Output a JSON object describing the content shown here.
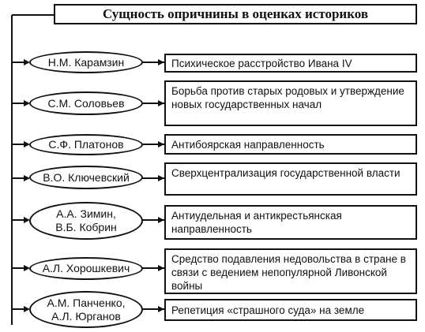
{
  "title": "Сущность опричнины в оценках историков",
  "rows": [
    {
      "historian": "Н.М. Карамзин",
      "assessment": "Психическое расстройство Ивана IV"
    },
    {
      "historian": "С.М. Соловьев",
      "assessment": "Борьба против старых родовых и утверждение новых государственных начал"
    },
    {
      "historian": "С.Ф. Платонов",
      "assessment": "Антибоярская направленность"
    },
    {
      "historian": "В.О. Ключевский",
      "assessment": "Сверхцентрализация государственной власти"
    },
    {
      "historian": "А.А. Зимин, В.Б. Кобрин",
      "assessment": "Антиудельная и антикрестьянская направленность"
    },
    {
      "historian": "А.Л. Хорошкевич",
      "assessment": "Средство подавления недовольства в стране в связи с ведением непопулярной Ливонской войны"
    },
    {
      "historian": "А.М. Панченко, А.Л. Юрганов",
      "assessment": "Репетиция «страшного суда» на земле"
    }
  ]
}
